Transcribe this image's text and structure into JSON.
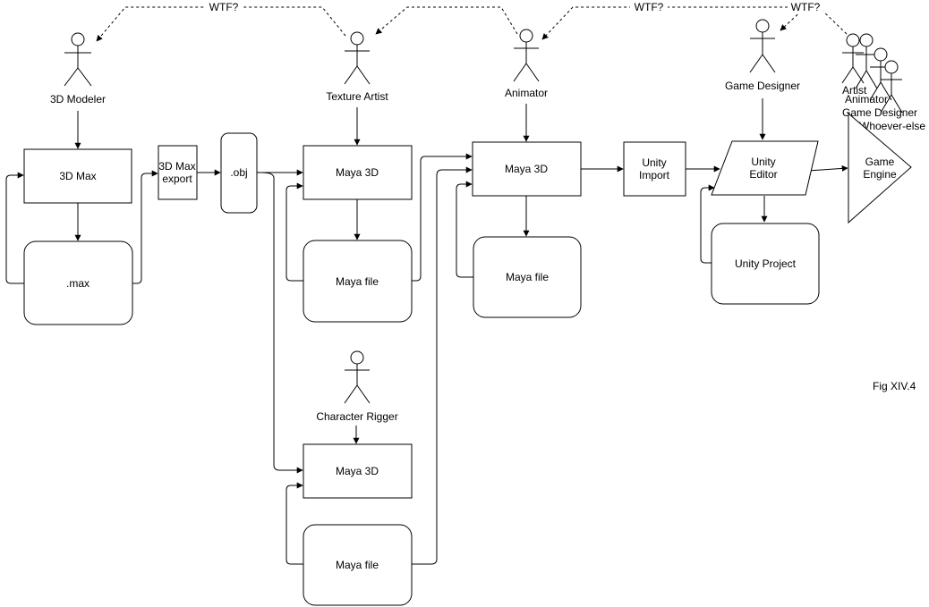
{
  "actors": {
    "modeler": "3D Modeler",
    "texture_artist": "Texture Artist",
    "animator": "Animator",
    "game_designer": "Game Designer",
    "character_rigger": "Character Rigger",
    "group": [
      "Artist",
      "Animator",
      "Game Designer",
      "Whoever-else"
    ]
  },
  "nodes": {
    "max3d": "3D Max",
    "max_file": ".max",
    "max_export": [
      "3D Max",
      "export"
    ],
    "obj": ".obj",
    "maya_texture": "Maya 3D",
    "maya_texture_file": "Maya file",
    "maya_anim": "Maya 3D",
    "maya_anim_file": "Maya file",
    "maya_rig": "Maya 3D",
    "maya_rig_file": "Maya file",
    "unity_import": [
      "Unity",
      "Import"
    ],
    "unity_editor": [
      "Unity",
      "Editor"
    ],
    "unity_project": "Unity Project",
    "game_engine": [
      "Game",
      "Engine"
    ]
  },
  "wtf_labels": [
    "WTF?",
    "WTF?",
    "WTF?"
  ],
  "figure_label": "Fig XIV.4"
}
